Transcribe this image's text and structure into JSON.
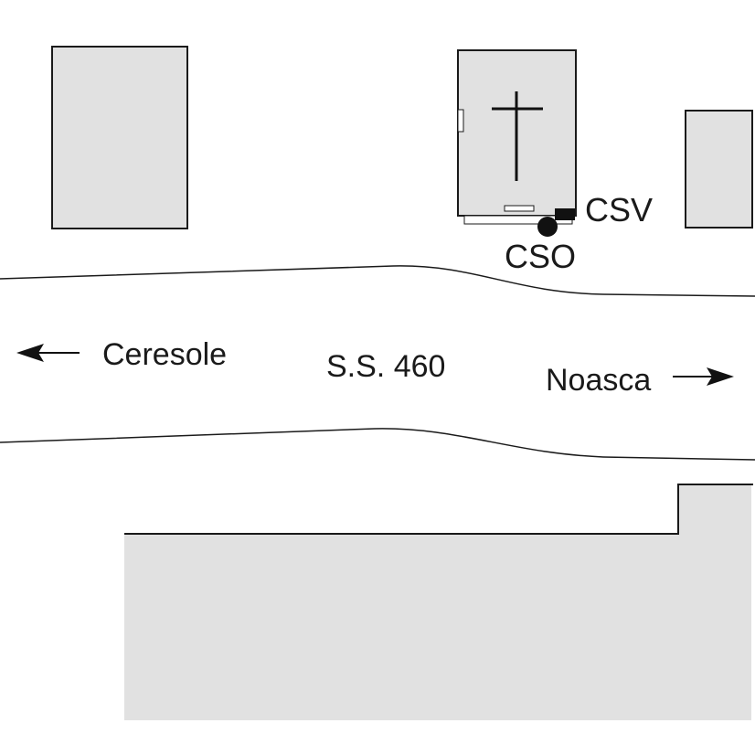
{
  "labels": {
    "road": "S.S. 460",
    "west_destination": "Ceresole",
    "east_destination": "Noasca",
    "marker_square": "CSV",
    "marker_circle": "CSO"
  },
  "icons": {
    "west_arrow": "arrow-left-icon",
    "east_arrow": "arrow-right-icon",
    "chapel_symbol": "cross-icon"
  },
  "colors": {
    "building_fill": "#e1e1e1",
    "outline": "#1a1a1a",
    "background": "#ffffff"
  }
}
